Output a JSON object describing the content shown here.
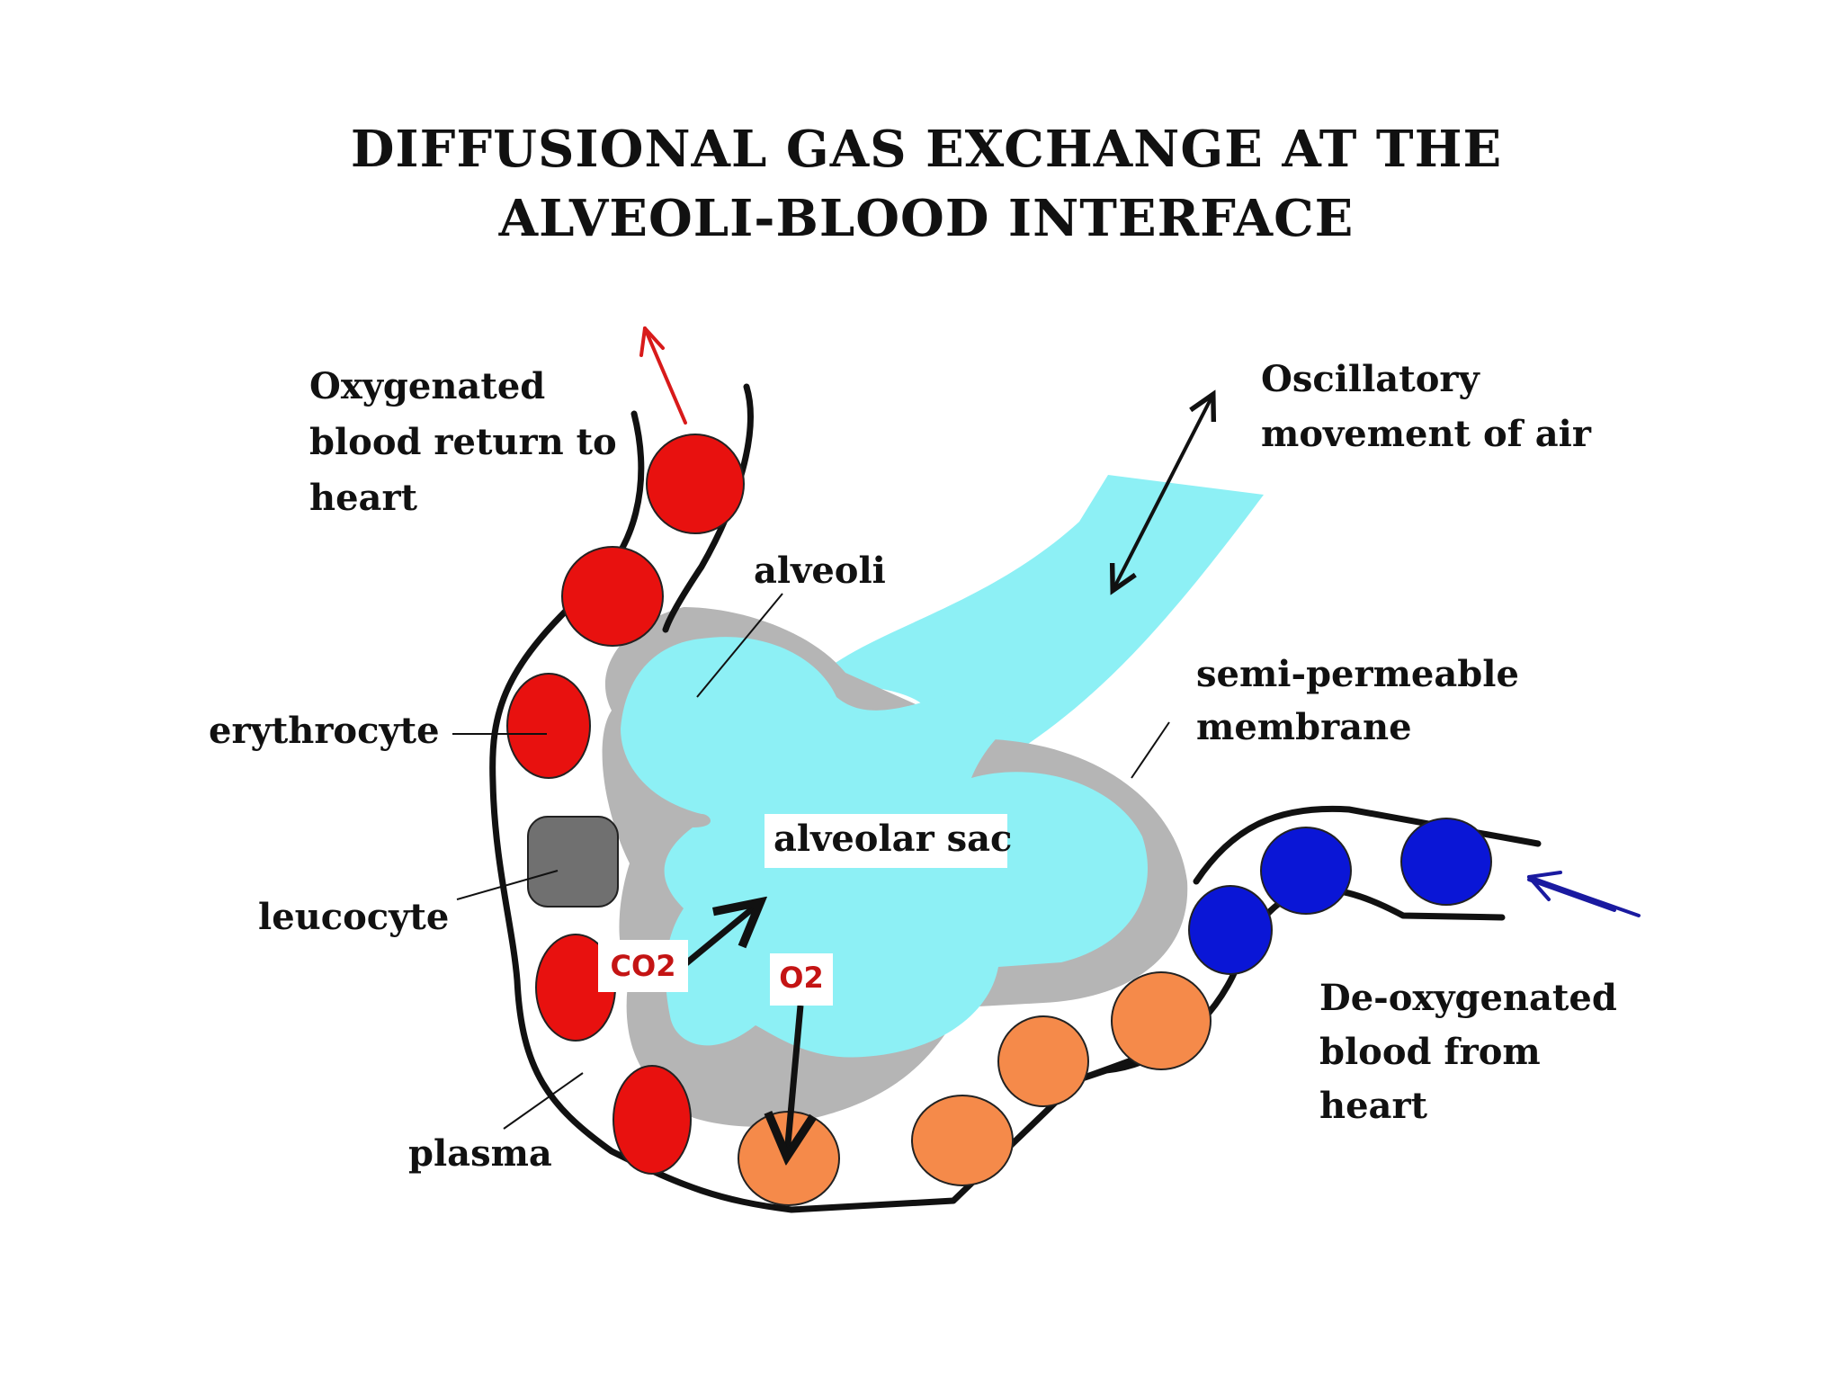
{
  "title": {
    "line1": "DIFFUSIONAL GAS EXCHANGE AT THE",
    "line2": "ALVEOLI-BLOOD INTERFACE"
  },
  "labels": {
    "oxygenated": [
      "Oxygenated",
      "blood return to",
      "heart"
    ],
    "oscillatory": [
      "Oscillatory",
      "movement of air"
    ],
    "alveoli": "alveoli",
    "semipermeable": [
      "semi-permeable",
      "membrane"
    ],
    "erythrocyte": "erythrocyte",
    "leucocyte": "leucocyte",
    "alveolar_sac": "alveolar sac",
    "co2": "CO2",
    "o2": "O2",
    "plasma": "plasma",
    "deoxygenated": [
      "De-oxygenated",
      "blood from",
      "heart"
    ]
  },
  "colors": {
    "oxygenated_cell": "#e8110f",
    "deoxygenated_cell": "#0a16d6",
    "transitional_cell": "#f58a4a",
    "leucocyte": "#707070",
    "membrane": "#b5b5b5",
    "air": "#8df0f5",
    "vessel_wall": "#111111",
    "gas_label_text": "#c41414",
    "out_arrow": "#d81a1a",
    "in_arrow": "#1a1aa0"
  }
}
